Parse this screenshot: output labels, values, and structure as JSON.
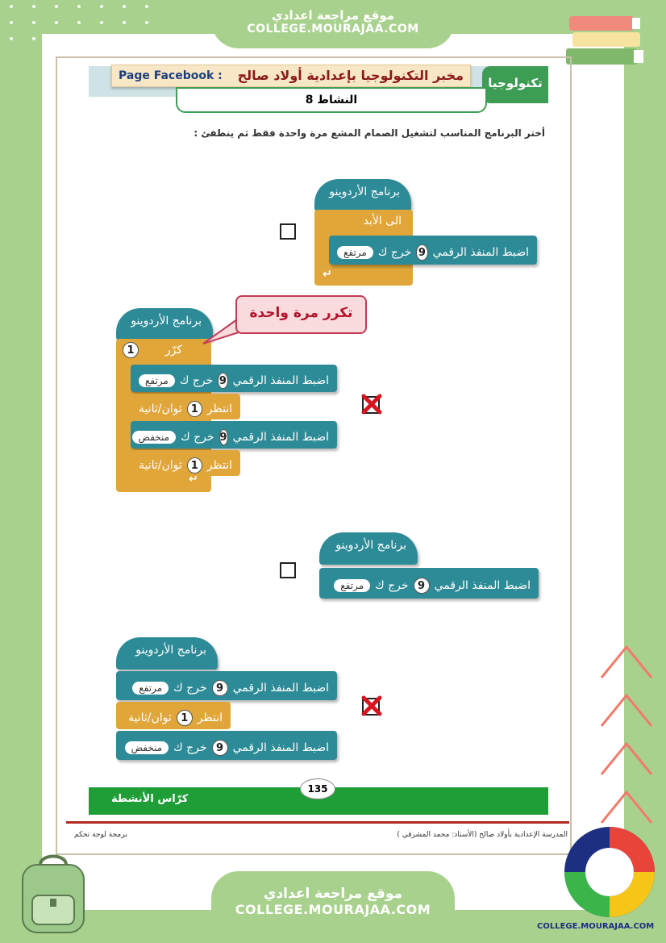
{
  "site": {
    "name_ar": "موقع مراجعة اعدادي",
    "url": "COLLEGE.MOURAJAA.COM",
    "brand_small": "COLLEGE.MOURAJAA.COM"
  },
  "header": {
    "lab_title": "مخبر التكنولوجيا بإعدادية أولاد صالح",
    "facebook_label": "Page Facebook :",
    "section": "تكنولوجيا",
    "activity": "النشاط 8"
  },
  "instruction": "أختر البرنامج المناسب لتشغيل الصمام المشع مرة واحدة فقط ثم ينطفئ :",
  "blocks": {
    "arduino_program": "برنامج الأردوينو",
    "forever": "الى الأبد",
    "set_pin": "اضبط المنفذ الرقمي",
    "output_as": "خرج ك",
    "high": "مرتفع",
    "low": "منخفض",
    "repeat": "كرّر",
    "wait": "انتظر",
    "seconds": "ثوان/ثانية",
    "pin_number": "9",
    "one": "1"
  },
  "callout": "تكرر مرة واحدة",
  "footer": {
    "label": "كرّاس الأنشطة",
    "page_number": "135",
    "left_note": "برمجة لوحة تحكم",
    "right_note": "المدرسة الإعدادية بأولاد صالح (الأستاذ: محمد المشرقي )"
  },
  "colors": {
    "frame_green": "#a9d18e",
    "block_teal": "#2d8b97",
    "block_gold": "#e0a63a",
    "footer_green": "#1f9d37",
    "callout_red": "#b2142c"
  }
}
